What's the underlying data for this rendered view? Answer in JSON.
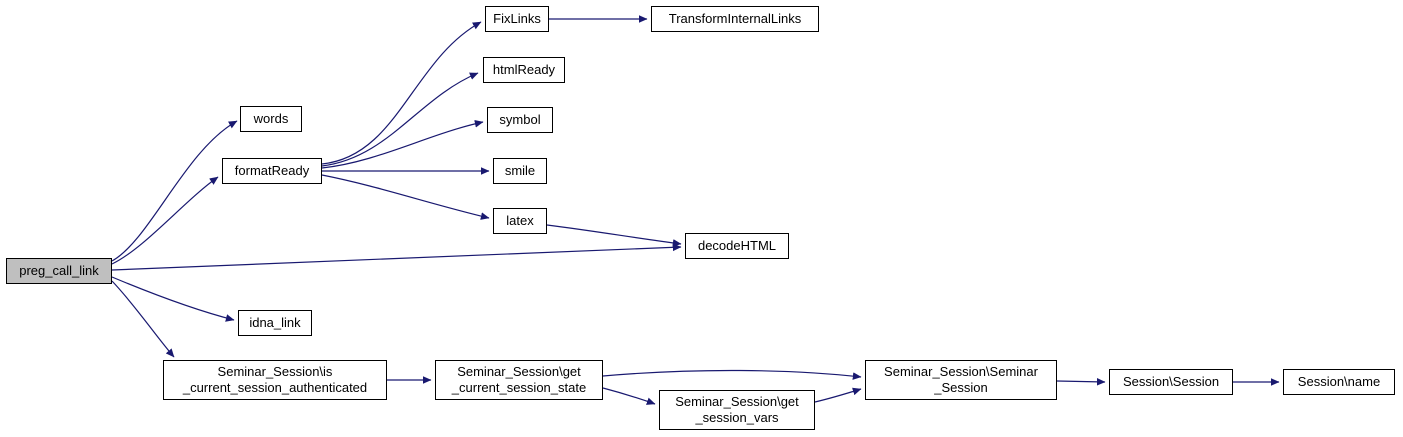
{
  "diagram": {
    "type": "call-graph",
    "colors": {
      "edge": "#191970",
      "node_border": "#000000",
      "node_fill": "#ffffff",
      "highlighted_node_fill": "#bfbfbf",
      "background": "#ffffff",
      "text": "#000000"
    },
    "nodes": {
      "preg_call_link": {
        "label": "preg_call_link",
        "highlighted": true
      },
      "words": {
        "label": "words"
      },
      "formatReady": {
        "label": "formatReady"
      },
      "FixLinks": {
        "label": "FixLinks"
      },
      "TransformInternalLinks": {
        "label": "TransformInternalLinks"
      },
      "htmlReady": {
        "label": "htmlReady"
      },
      "symbol": {
        "label": "symbol"
      },
      "smile": {
        "label": "smile"
      },
      "latex": {
        "label": "latex"
      },
      "decodeHTML": {
        "label": "decodeHTML"
      },
      "idna_link": {
        "label": "idna_link"
      },
      "is_auth": {
        "label": "Seminar_Session\\is_current_session_authenticated",
        "lines": [
          "Seminar_Session\\is",
          "_current_session_authenticated"
        ]
      },
      "get_state": {
        "label": "Seminar_Session\\get_current_session_state",
        "lines": [
          "Seminar_Session\\get",
          "_current_session_state"
        ]
      },
      "get_vars": {
        "label": "Seminar_Session\\get_session_vars",
        "lines": [
          "Seminar_Session\\get",
          "_session_vars"
        ]
      },
      "seminar_session": {
        "label": "Seminar_Session\\Seminar_Session",
        "lines": [
          "Seminar_Session\\Seminar",
          "_Session"
        ]
      },
      "session_session": {
        "label": "Session\\Session"
      },
      "session_name": {
        "label": "Session\\name"
      }
    },
    "edges": [
      {
        "from": "preg_call_link",
        "to": "words"
      },
      {
        "from": "preg_call_link",
        "to": "formatReady"
      },
      {
        "from": "preg_call_link",
        "to": "decodeHTML"
      },
      {
        "from": "preg_call_link",
        "to": "idna_link"
      },
      {
        "from": "preg_call_link",
        "to": "Seminar_Session\\is_current_session_authenticated"
      },
      {
        "from": "formatReady",
        "to": "FixLinks"
      },
      {
        "from": "formatReady",
        "to": "htmlReady"
      },
      {
        "from": "formatReady",
        "to": "symbol"
      },
      {
        "from": "formatReady",
        "to": "smile"
      },
      {
        "from": "formatReady",
        "to": "latex"
      },
      {
        "from": "FixLinks",
        "to": "TransformInternalLinks"
      },
      {
        "from": "latex",
        "to": "decodeHTML"
      },
      {
        "from": "Seminar_Session\\is_current_session_authenticated",
        "to": "Seminar_Session\\get_current_session_state"
      },
      {
        "from": "Seminar_Session\\get_current_session_state",
        "to": "Seminar_Session\\Seminar_Session"
      },
      {
        "from": "Seminar_Session\\get_current_session_state",
        "to": "Seminar_Session\\get_session_vars"
      },
      {
        "from": "Seminar_Session\\get_session_vars",
        "to": "Seminar_Session\\Seminar_Session"
      },
      {
        "from": "Seminar_Session\\Seminar_Session",
        "to": "Session\\Session"
      },
      {
        "from": "Session\\Session",
        "to": "Session\\name"
      }
    ]
  }
}
